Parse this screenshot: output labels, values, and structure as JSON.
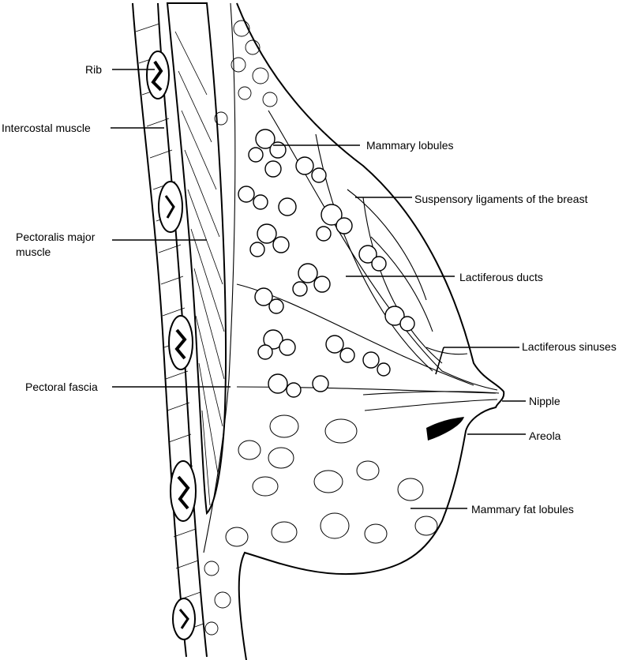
{
  "labels": {
    "rib": "Rib",
    "intercostal_muscle": "Intercostal muscle",
    "pectoralis_major": "Pectoralis major muscle",
    "pectoral_fascia": "Pectoral fascia",
    "mammary_lobules": "Mammary lobules",
    "suspensory_ligaments": "Suspensory ligaments of the breast",
    "lactiferous_ducts": "Lactiferous ducts",
    "lactiferous_sinuses": "Lactiferous sinuses",
    "nipple": "Nipple",
    "areola": "Areola",
    "mammary_fat_lobules": "Mammary fat lobules"
  }
}
